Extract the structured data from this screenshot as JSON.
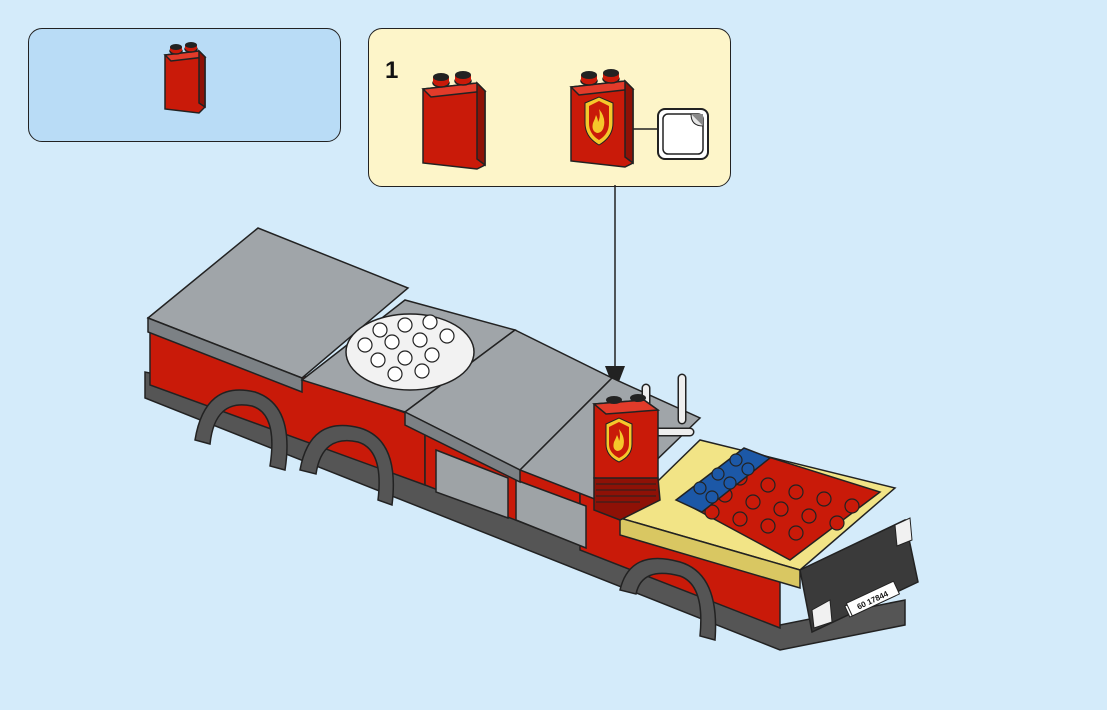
{
  "step": {
    "number": "1"
  },
  "parts_list": {
    "items": [
      {
        "icon": "red-1x2x2-panel-icon",
        "qty": 1
      }
    ]
  },
  "submodel": {
    "icons": [
      "red-panel-brick-icon",
      "sticker-panel-icon",
      "sticker-icon"
    ]
  },
  "model": {
    "icon": "fire-truck-model-icon",
    "license_plate": "60 17844"
  },
  "colors": {
    "background": "#d4ebfa",
    "parts_panel": "#b9dcf6",
    "step_panel": "#fdf5c9",
    "brick_red": "#c91a09",
    "brick_gray": "#a0a5a9",
    "brick_yellow": "#f2e486",
    "brick_blue": "#1c58a7"
  }
}
